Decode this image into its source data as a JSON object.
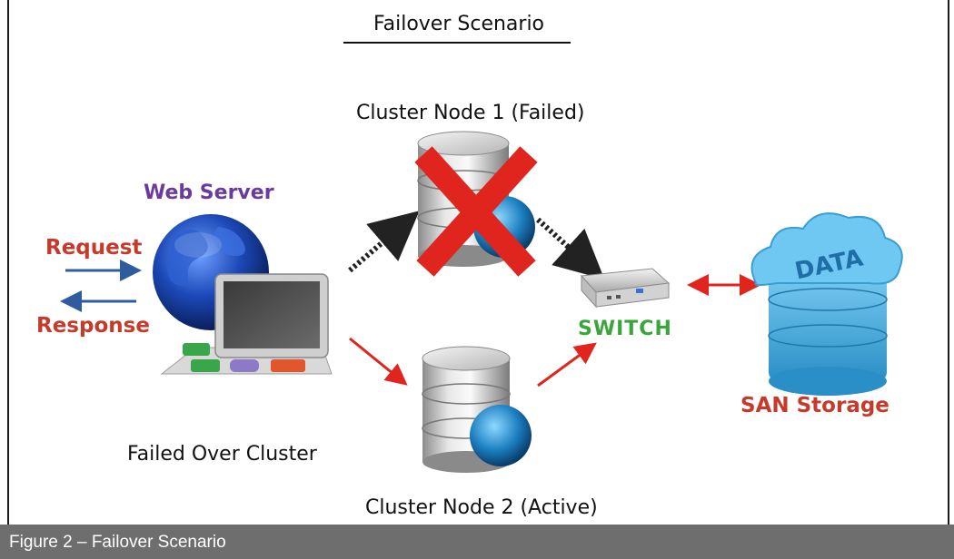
{
  "title": "Failover Scenario",
  "web_server": "Web Server",
  "request": "Request",
  "response": "Response",
  "node1": "Cluster Node 1 (Failed)",
  "node2": "Cluster Node 2 (Active)",
  "failed_over": "Failed Over Cluster",
  "switch": "SWITCH",
  "san": "SAN Storage",
  "data_text": "DATA",
  "caption": "Figure 2 – Failover Scenario",
  "icons": [
    "globe-icon",
    "laptop-icon",
    "database-icon",
    "failed-x-icon",
    "network-switch-icon",
    "cloud-data-storage-icon"
  ],
  "colors": {
    "failed": "#e0241e",
    "active_arrow": "#e0241e",
    "request_arrow": "#2f5c9e",
    "switch_label": "#3aa53a",
    "web_server_label": "#6a3a9c",
    "red_text": "#c63a2c"
  }
}
